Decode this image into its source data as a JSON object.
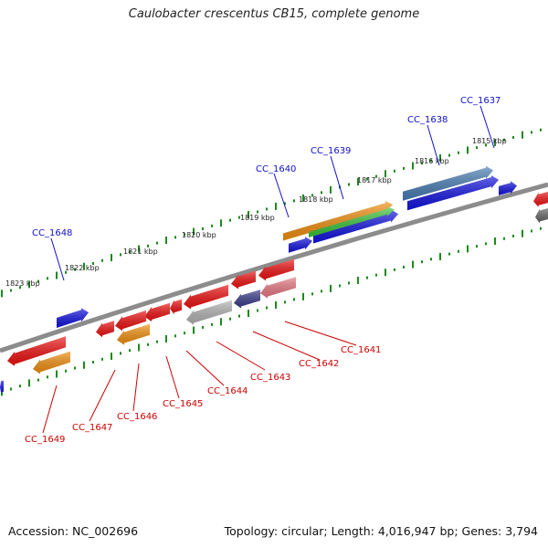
{
  "title": "Caulobacter crescentus CB15, complete genome",
  "accession": "Accession: NC_002696",
  "summary": "Topology: circular; Length: 4,016,947 bp; Genes: 3,794",
  "colors": {
    "backbone": "#8c8c8c",
    "tick": "#1c8a1c",
    "forward_label": "#1010c8",
    "reverse_label": "#cc0000",
    "red": "#ee1111",
    "blue": "#1515e0",
    "orange": "#f29010",
    "green": "#3cc43c",
    "steelblue": "#4a7fb5",
    "gray": "#b4b4b4",
    "navy": "#3c3c8c",
    "pink": "#e87a84",
    "darkgray": "#666666"
  },
  "scale_labels": [
    "1815 kbp",
    "1816 kbp",
    "1817 kbp",
    "1818 kbp",
    "1819 kbp",
    "1820 kbp",
    "1821 kbp",
    "1822 kbp",
    "1823 kbp"
  ],
  "forward_genes": [
    "CC_1637",
    "CC_1638",
    "CC_1639",
    "CC_1640",
    "CC_1648"
  ],
  "reverse_genes": [
    "CC_1641",
    "CC_1642",
    "CC_1643",
    "CC_1644",
    "CC_1645",
    "CC_1646",
    "CC_1647",
    "CC_1649"
  ]
}
